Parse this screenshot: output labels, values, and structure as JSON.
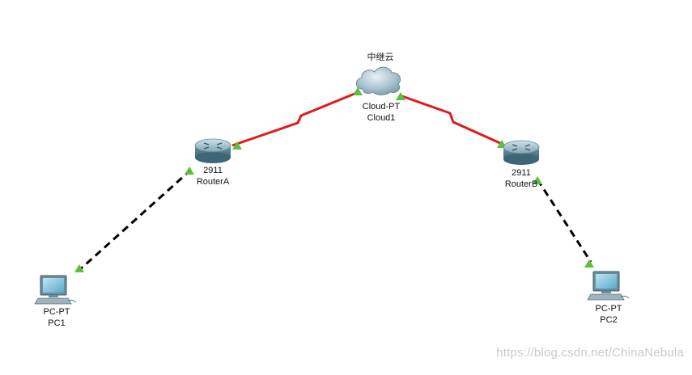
{
  "topology": {
    "cloud": {
      "annotation": "中继云",
      "model": "Cloud-PT",
      "name": "Cloud1"
    },
    "router_a": {
      "model": "2911",
      "name": "RouterA"
    },
    "router_b": {
      "model": "2911",
      "name": "RouterB"
    },
    "pc1": {
      "model": "PC-PT",
      "name": "PC1"
    },
    "pc2": {
      "model": "PC-PT",
      "name": "PC2"
    }
  },
  "links": [
    {
      "from": "router_a",
      "to": "cloud",
      "type": "serial",
      "color": "#e01b1b"
    },
    {
      "from": "cloud",
      "to": "router_b",
      "type": "serial",
      "color": "#e01b1b"
    },
    {
      "from": "router_a",
      "to": "pc1",
      "type": "copper-crossover",
      "color": "#000000"
    },
    {
      "from": "router_b",
      "to": "pc2",
      "type": "copper-crossover",
      "color": "#000000"
    }
  ],
  "colors": {
    "link_status_up": "#5bbf3a",
    "serial_link": "#e01b1b",
    "ethernet_link": "#000000"
  },
  "watermark": "https://blog.csdn.net/ChinaNebula"
}
